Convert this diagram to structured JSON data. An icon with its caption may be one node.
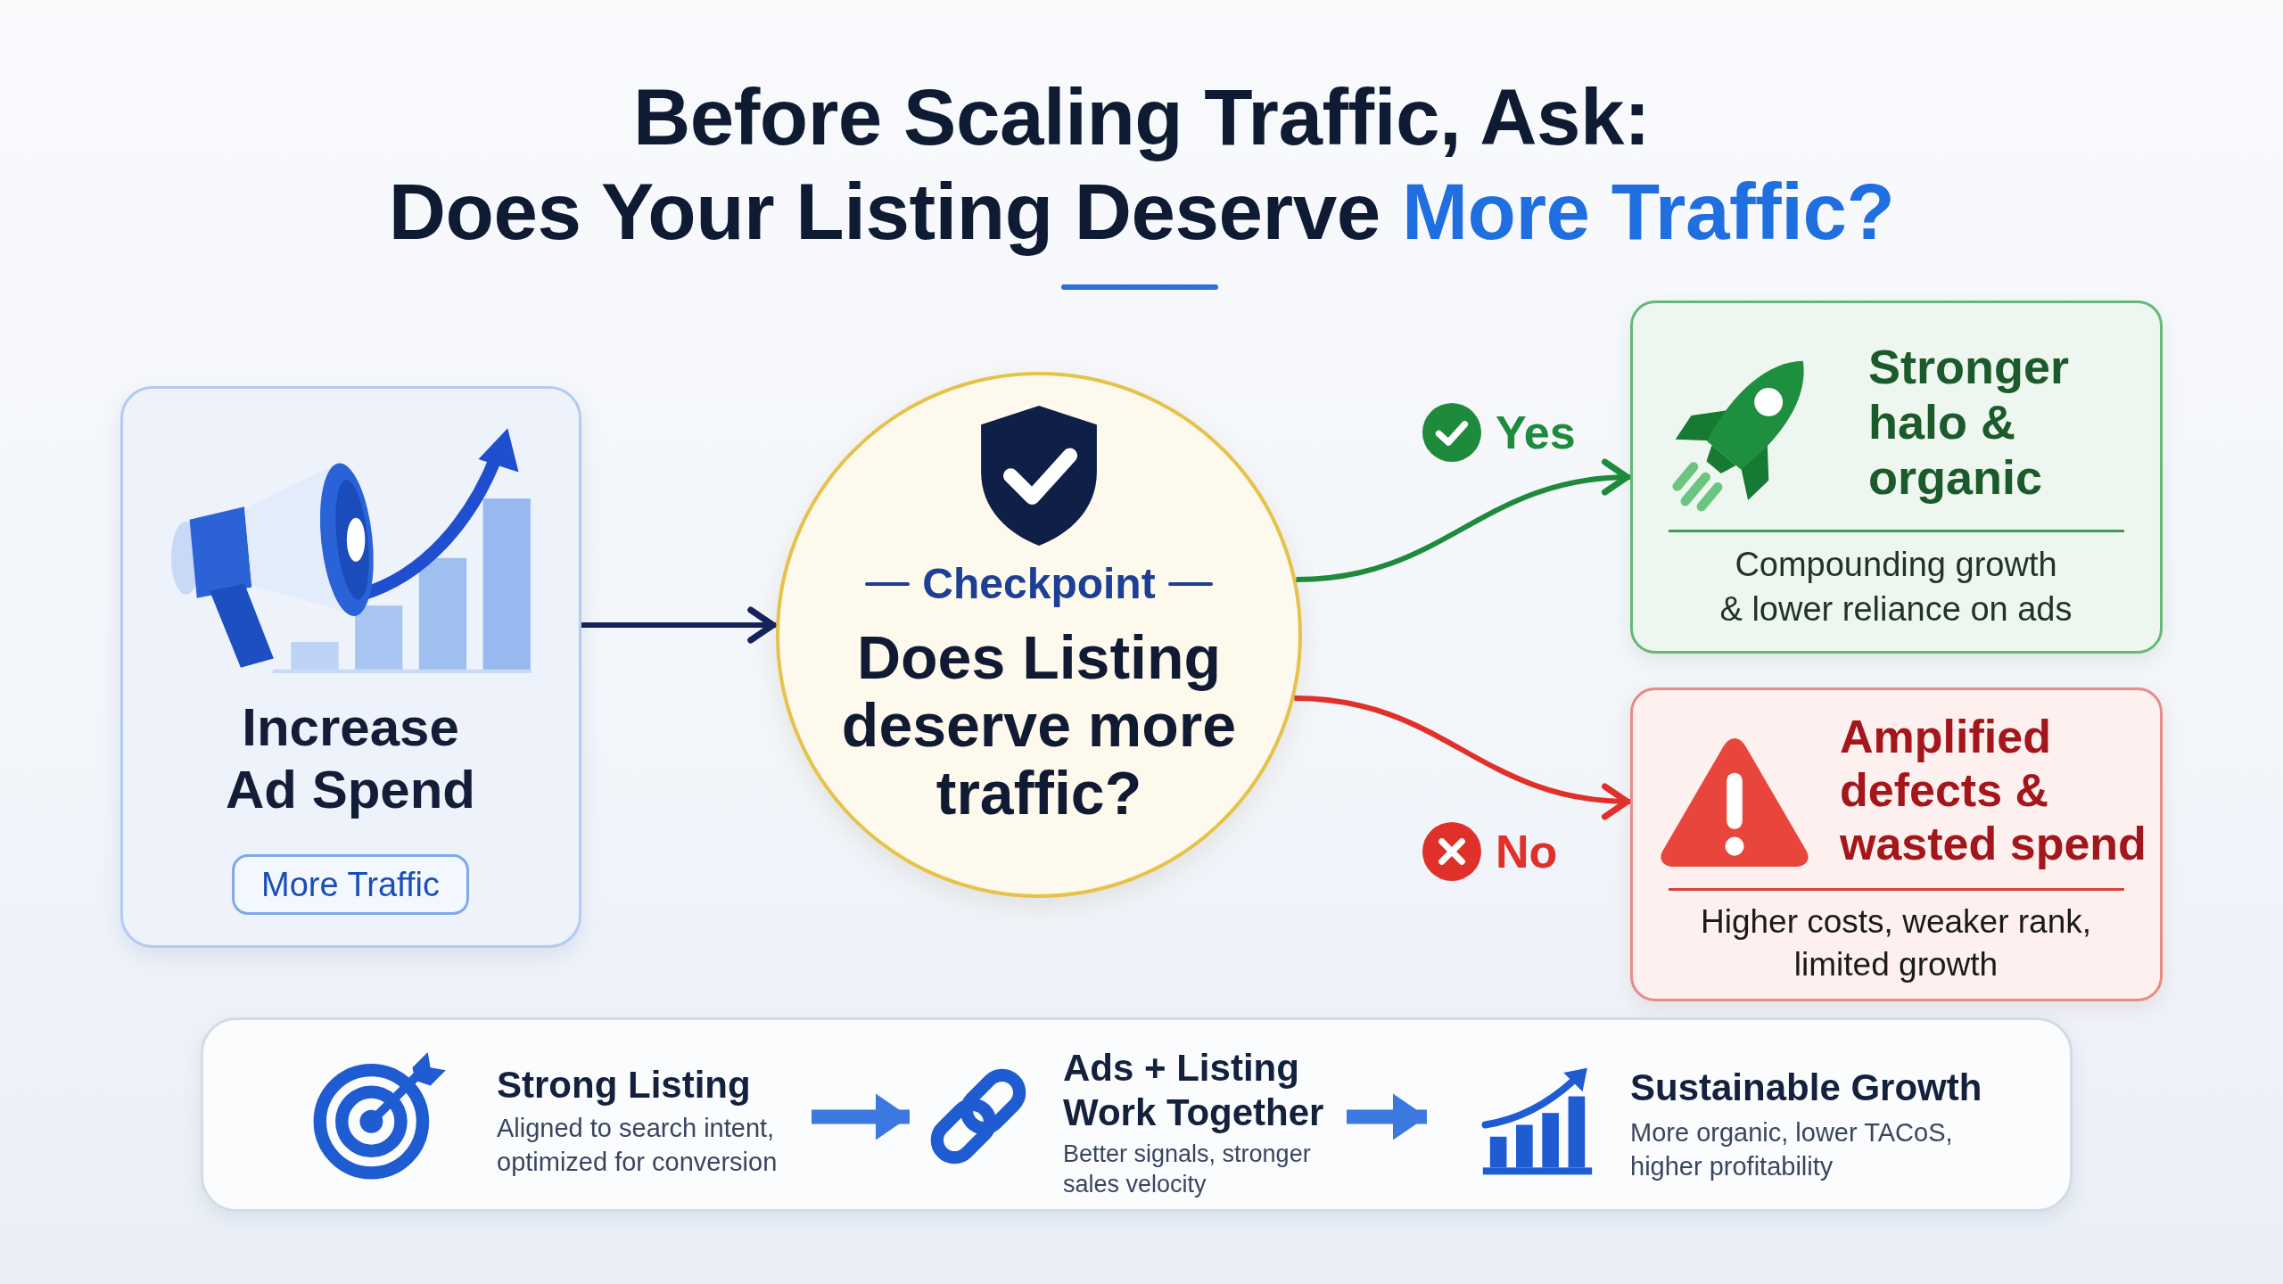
{
  "diagram": {
    "title": "Before Scaling Traffic, Ask: Does Your Listing Deserve More Traffic?",
    "nodes": [
      {
        "text": [
          "Increase Ad Spend"
        ]
      },
      {
        "text": [
          "More Traffic"
        ],
        "in": 0
      },
      {
        "text": [
          "Checkpoint",
          "Does Listing deserve more traffic?"
        ]
      },
      {
        "text": [
          "Stronger halo & organic",
          "Compounding growth & lower reliance on ads"
        ]
      },
      {
        "text": [
          "Amplified defects & wasted spend",
          "Higher costs, weaker rank, limited growth"
        ]
      },
      {
        "text": [],
        "shape": "box"
      },
      {
        "text": [
          "Strong Listing",
          "Aligned to search intent, optimized for conversion"
        ],
        "in": 5
      },
      {
        "text": [
          "Ads + Listing Work Together",
          "Better signals, stronger sales velocity"
        ],
        "in": 5
      },
      {
        "text": [
          "Sustainable Growth",
          "More organic, lower TACoS, higher profitability"
        ],
        "in": 5
      }
    ],
    "edges": [
      {
        "from": 0,
        "to": 2,
        "arrow": "to",
        "color": "#15235a"
      },
      {
        "from": 2,
        "to": 3,
        "arrow": "to",
        "label": "Yes",
        "color": "#1e8a3c"
      },
      {
        "from": 2,
        "to": 4,
        "arrow": "to",
        "label": "No",
        "color": "#e0302a"
      },
      {
        "from": 6,
        "to": 7,
        "arrow": "to",
        "style": "thick"
      },
      {
        "from": 7,
        "to": 8,
        "arrow": "to",
        "style": "thick"
      }
    ]
  }
}
